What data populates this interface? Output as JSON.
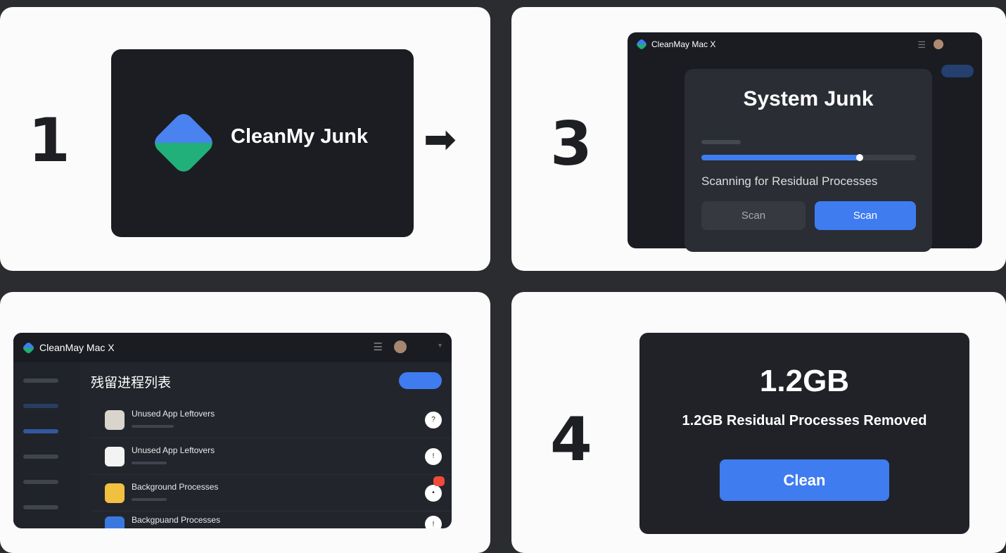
{
  "step1": {
    "number": "1",
    "app_name": "CleanMy Junk"
  },
  "step3": {
    "number": "3",
    "app_title": "CleanMay Mac X",
    "dialog_title": "System Junk",
    "progress": 0.74,
    "status": "Scanning for Residual Processes",
    "secondary_button": "Scan",
    "primary_button": "Scan"
  },
  "step2": {
    "app_title": "CleanMay Mac X",
    "page_title": "残留进程列表",
    "rows": [
      {
        "title": "Unused App Leftovers",
        "icon_color": "#d9d4cc",
        "action": "?"
      },
      {
        "title": "Unused App Leftovers",
        "icon_color": "#f3f3f3",
        "action": "!"
      },
      {
        "title": "Background Processes",
        "icon_color": "#f2c040",
        "action": "•"
      },
      {
        "title": "Backgpuand Processes",
        "icon_color": "#3a78e0",
        "action": "!"
      }
    ]
  },
  "step4": {
    "number": "4",
    "size": "1.2GB",
    "message": "1.2GB Residual Processes Removed",
    "button": "Clean"
  },
  "colors": {
    "accent": "#3f7cf0",
    "badge": "#f04a3a"
  }
}
